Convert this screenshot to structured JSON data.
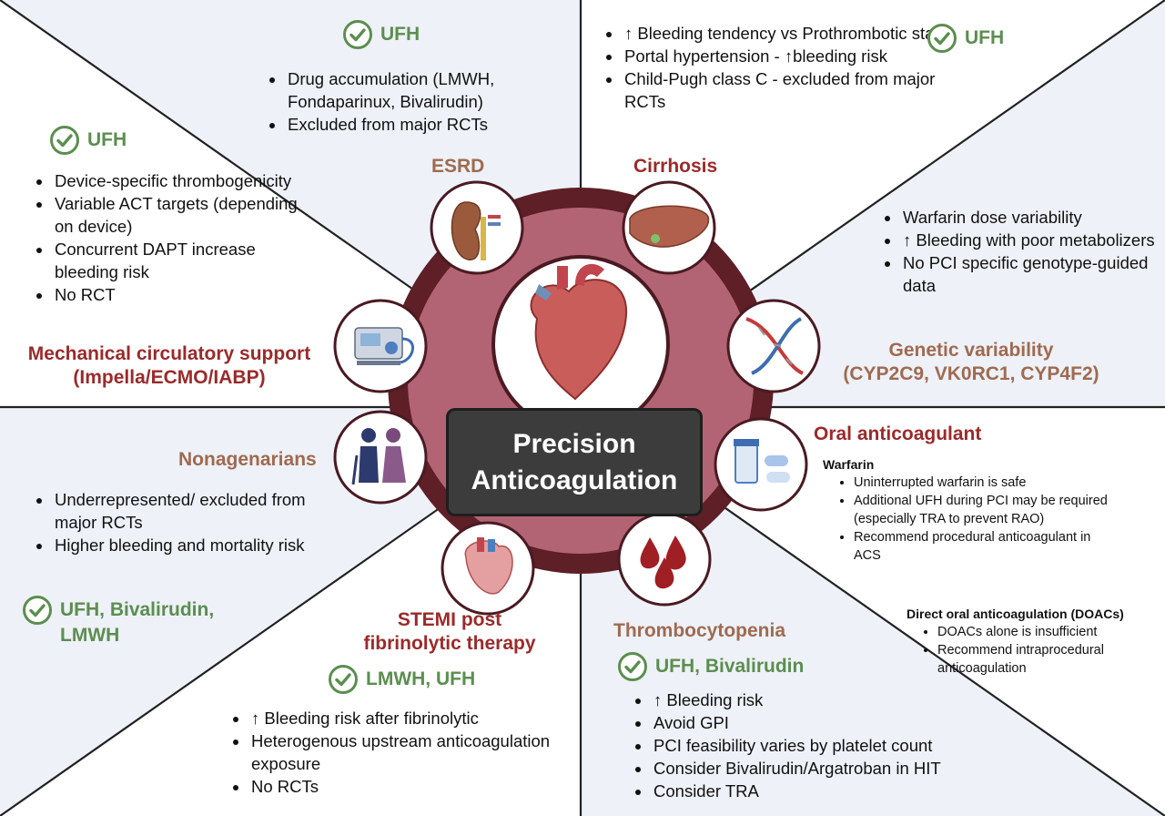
{
  "center": {
    "line1": "Precision",
    "line2": "Anticoagulation"
  },
  "esrd": {
    "title": "ESRD",
    "drug": "UFH",
    "bullets": [
      "Drug accumulation (LMWH, Fondaparinux, Bivalirudin)",
      "Excluded from major RCTs"
    ]
  },
  "cirrhosis": {
    "title": "Cirrhosis",
    "drug": "UFH",
    "bullets": [
      "↑ Bleeding tendency vs Prothrombotic state",
      "Portal hypertension - ↑bleeding risk",
      "Child-Pugh class C - excluded from major RCTs"
    ]
  },
  "mcs": {
    "title_line1": "Mechanical circulatory support",
    "title_line2": "(Impella/ECMO/IABP)",
    "drug": "UFH",
    "bullets": [
      "Device-specific thrombogenicity",
      "Variable ACT targets (depending on device)",
      "Concurrent DAPT increase bleeding risk",
      "No RCT"
    ]
  },
  "genetic": {
    "title_line1": "Genetic variability",
    "title_line2": "(CYP2C9, VK0RC1, CYP4F2)",
    "bullets": [
      "Warfarin dose variability",
      "↑ Bleeding with poor metabolizers",
      "No PCI specific genotype-guided data"
    ]
  },
  "nonagenarians": {
    "title": "Nonagenarians",
    "drug_line1": "UFH, Bivalirudin,",
    "drug_line2": "LMWH",
    "bullets": [
      "Underrepresented/ excluded from major RCTs",
      "Higher bleeding and mortality risk"
    ]
  },
  "oral": {
    "title": "Oral anticoagulant",
    "warfarin_head": "Warfarin",
    "warfarin_bullets": [
      "Uninterrupted warfarin is safe",
      "Additional UFH during PCI may be required (especially TRA to prevent RAO)",
      "Recommend procedural anticoagulant in ACS"
    ],
    "doac_head": "Direct oral anticoagulation (DOACs)",
    "doac_bullets": [
      "DOACs alone is insufficient",
      "Recommend intraprocedural anticoagulation"
    ]
  },
  "stemi": {
    "title_line1": "STEMI post",
    "title_line2": "fibrinolytic therapy",
    "drug": "LMWH, UFH",
    "bullets": [
      "↑ Bleeding risk after fibrinolytic",
      "Heterogenous upstream anticoagulation exposure",
      "No RCTs"
    ]
  },
  "thrombo": {
    "title": "Thrombocytopenia",
    "drug": "UFH, Bivalirudin",
    "bullets": [
      "↑ Bleeding risk",
      "Avoid GPI",
      "PCI feasibility varies by platelet count",
      "Consider Bivalirudin/Argatroban in HIT",
      "Consider TRA"
    ]
  },
  "colors": {
    "title_red": "#9b2a2a",
    "title_tan": "#a06a4f",
    "check_green": "#5b8e4f",
    "ring": "#5e1f27",
    "disc": "#b36474",
    "panel_blue": "#eef1f8"
  }
}
